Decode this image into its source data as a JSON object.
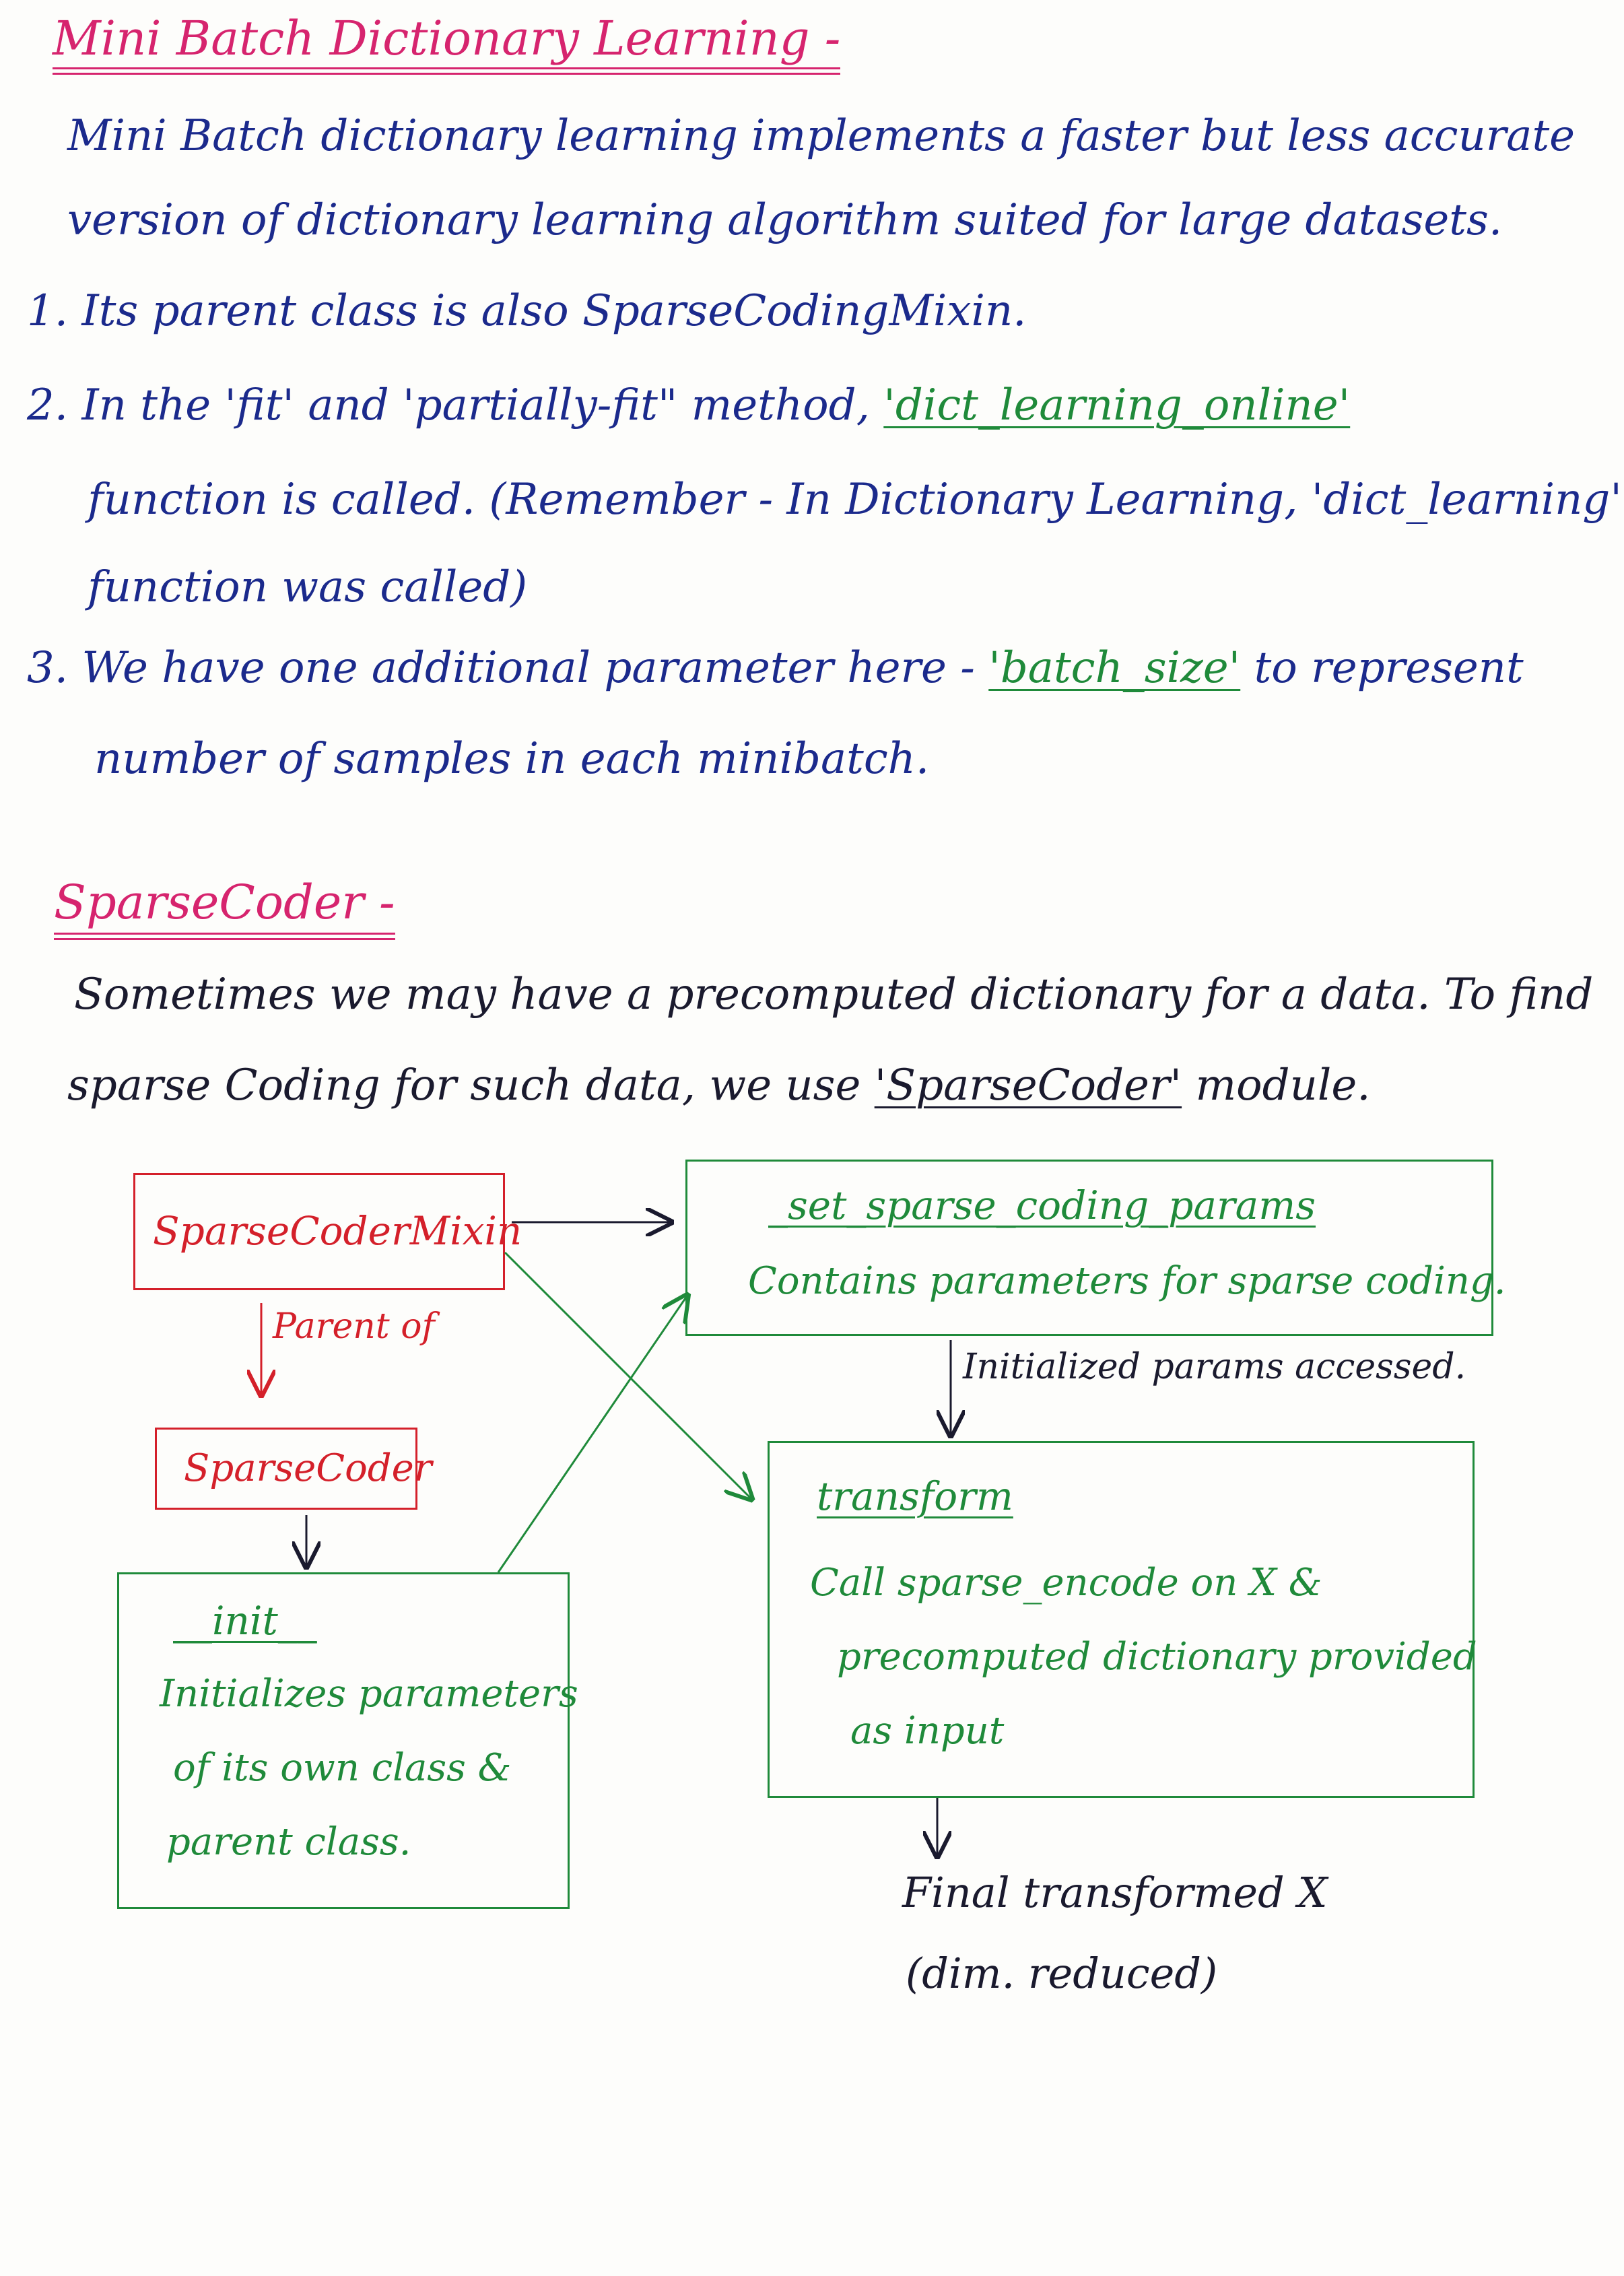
{
  "section1": {
    "heading": "Mini Batch Dictionary Learning -",
    "intro_line1": "Mini Batch dictionary learning implements a faster but less accurate",
    "intro_line2": "version of dictionary learning algorithm suited for large datasets.",
    "item1": "1. Its parent class is also SparseCodingMixin.",
    "item2_prefix": "2. In the 'fit' and 'partially-fit\" method,",
    "item2_highlight": "'dict_learning_online'",
    "item2_line2": "function   is  called. (Remember - In Dictionary Learning, 'dict_learning'",
    "item2_line3": "function was called)",
    "item3_prefix": "3. We have one additional parameter here -",
    "item3_highlight": "'batch_size'",
    "item3_suffix": "to represent",
    "item3_line2": "number of samples in each minibatch."
  },
  "section2": {
    "heading": "SparseCoder -",
    "intro_line1": "Sometimes we may have a precomputed dictionary for a data. To find",
    "intro_line2_prefix": "sparse Coding for such data, we use",
    "intro_line2_highlight": "'SparseCoder'",
    "intro_line2_suffix": "module."
  },
  "diagram": {
    "mixin_box": "SparseCoderMixin",
    "parent_of_label": "Parent of",
    "coder_box": "SparseCoder",
    "init_title": "__init__",
    "init_line1": "Initializes parameters",
    "init_line2": "of its own class &",
    "init_line3": "parent class.",
    "params_title": "_set_sparse_coding_params",
    "params_line1": "Contains parameters for sparse coding.",
    "accessed_label": "Initialized params accessed.",
    "transform_title": "transform",
    "transform_line1": "Call sparse_encode on X &",
    "transform_line2": "precomputed dictionary provided",
    "transform_line3": "as input",
    "final_line1": "Final transformed X",
    "final_line2": "(dim. reduced)"
  },
  "colors": {
    "heading": "#d6246e",
    "text": "#1b2a8c",
    "green": "#1f8a3a",
    "red": "#d4202a"
  }
}
